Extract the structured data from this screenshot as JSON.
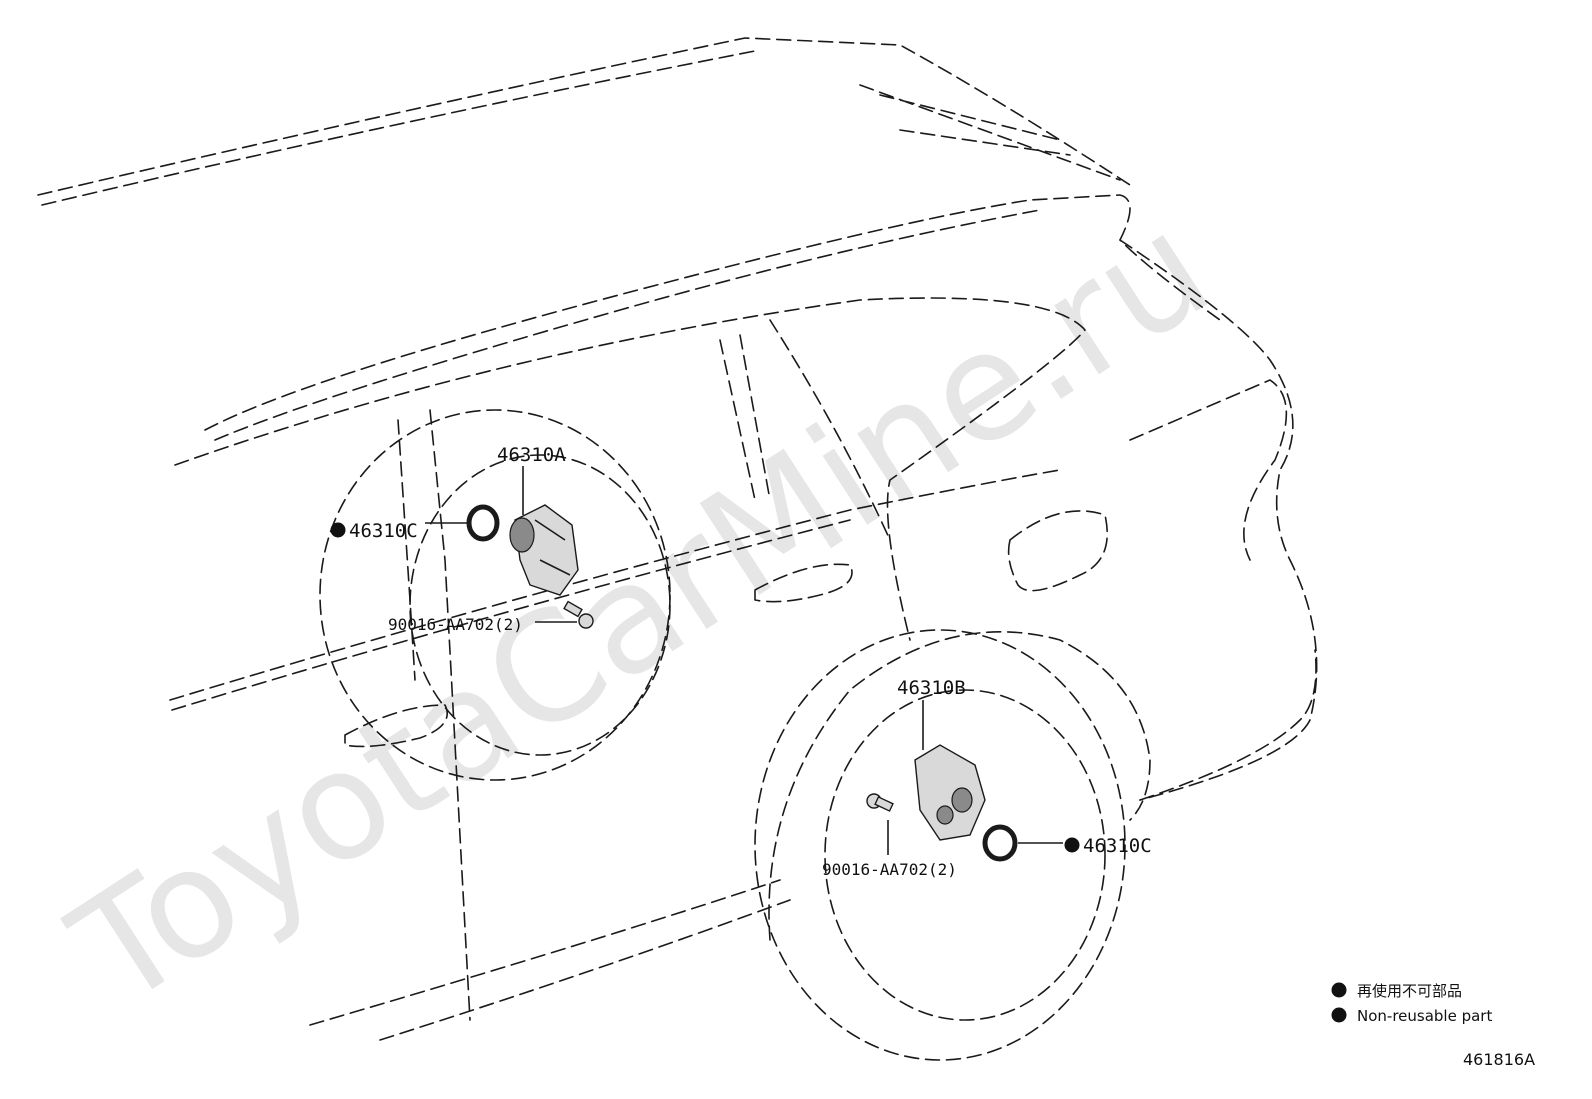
{
  "watermark": "ToyotaCarMine.ru",
  "callouts": {
    "actuator_front": "46310A",
    "actuator_rear": "46310B",
    "oring_front": "46310C",
    "oring_rear": "46310C",
    "bolt_front": "90016-AA702(2)",
    "bolt_rear": "90016-AA702(2)"
  },
  "legend": {
    "line_jp": "再使用不可部品",
    "line_en": "Non-reusable part"
  },
  "figure_number": "461816A"
}
